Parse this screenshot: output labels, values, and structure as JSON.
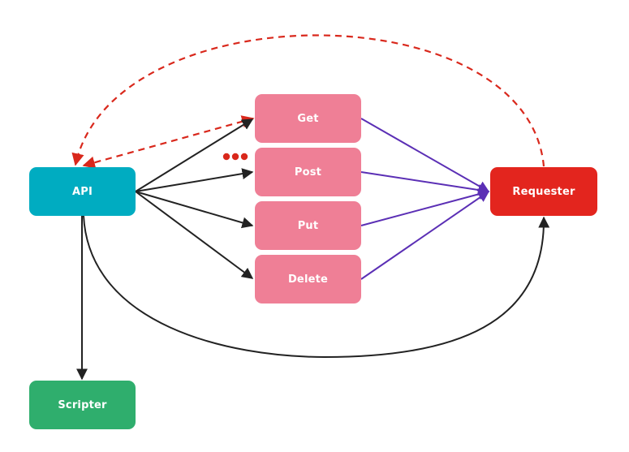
{
  "colors": {
    "api": "#00acc1",
    "method": "#ef7f96",
    "requester": "#e3251e",
    "scripter": "#2fae6d",
    "arrow_dark": "#222222",
    "arrow_purple": "#5b2fb5",
    "dashed_red": "#d9281c",
    "dots": "#d9281c"
  },
  "nodes": {
    "api": {
      "label": "API"
    },
    "get": {
      "label": "Get"
    },
    "post": {
      "label": "Post"
    },
    "put": {
      "label": "Put"
    },
    "delete": {
      "label": "Delete"
    },
    "requester": {
      "label": "Requester"
    },
    "scripter": {
      "label": "Scripter"
    }
  },
  "edges": [
    {
      "from": "api",
      "to": "get",
      "style": "solid"
    },
    {
      "from": "api",
      "to": "post",
      "style": "solid"
    },
    {
      "from": "api",
      "to": "put",
      "style": "solid"
    },
    {
      "from": "api",
      "to": "delete",
      "style": "solid"
    },
    {
      "from": "get",
      "to": "requester",
      "style": "solid"
    },
    {
      "from": "post",
      "to": "requester",
      "style": "solid"
    },
    {
      "from": "put",
      "to": "requester",
      "style": "solid"
    },
    {
      "from": "delete",
      "to": "requester",
      "style": "solid"
    },
    {
      "from": "api",
      "to": "requester",
      "style": "solid-curve"
    },
    {
      "from": "api",
      "to": "scripter",
      "style": "solid"
    },
    {
      "from": "requester",
      "to": "api",
      "style": "dashed-curve"
    },
    {
      "from": "api",
      "to": "get",
      "style": "dashed-bidirectional"
    }
  ]
}
